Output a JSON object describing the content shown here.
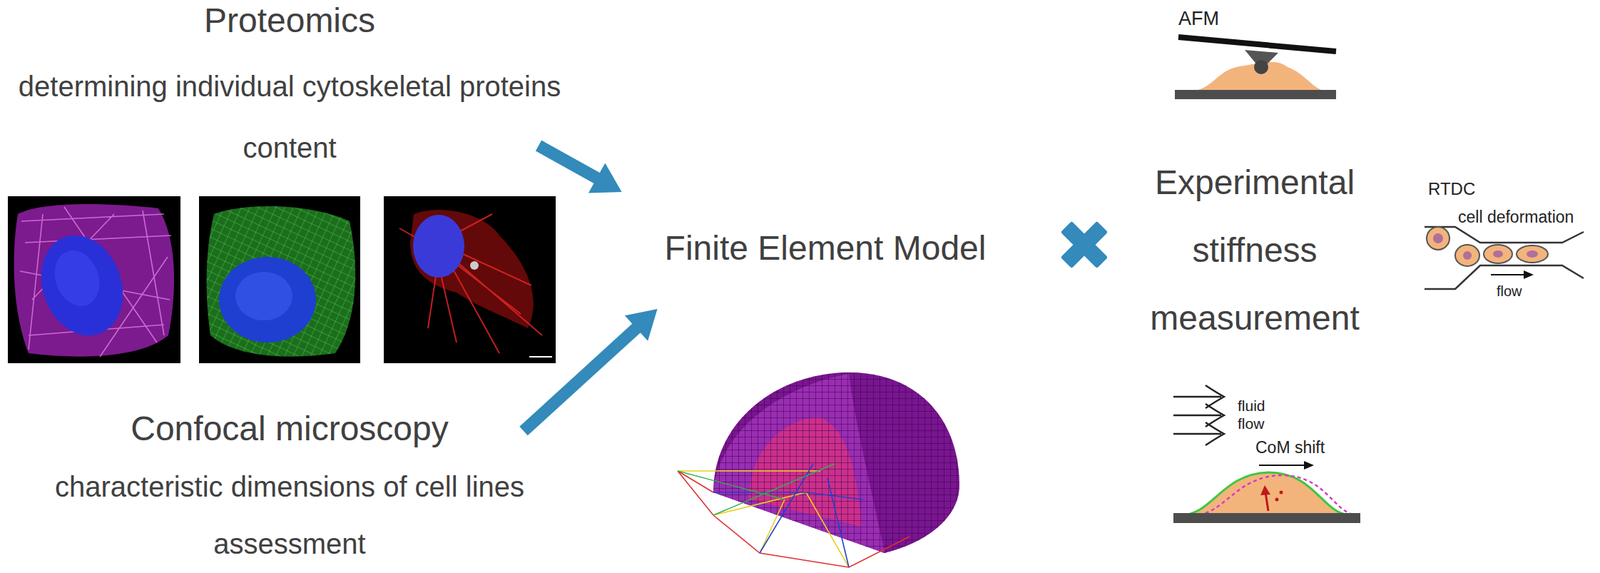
{
  "diagram": {
    "nodes": [
      {
        "text": [
          "Proteomics",
          "determining individual cytoskeletal proteins content"
        ]
      },
      {
        "text": [
          "Confocal microscopy",
          "characteristic dimensions of cell lines assessment"
        ]
      },
      {
        "text": [
          "Finite Element Model"
        ]
      },
      {
        "text": [
          "Experimental stiffness measurement"
        ]
      }
    ],
    "edges": [
      {
        "from": 0,
        "to": 2,
        "arrow": "to"
      },
      {
        "from": 1,
        "to": 2,
        "arrow": "to"
      }
    ],
    "labels": [
      "AFM",
      "RTDC",
      "cell deformation",
      "flow",
      "fluid flow",
      "CoM shift"
    ]
  }
}
